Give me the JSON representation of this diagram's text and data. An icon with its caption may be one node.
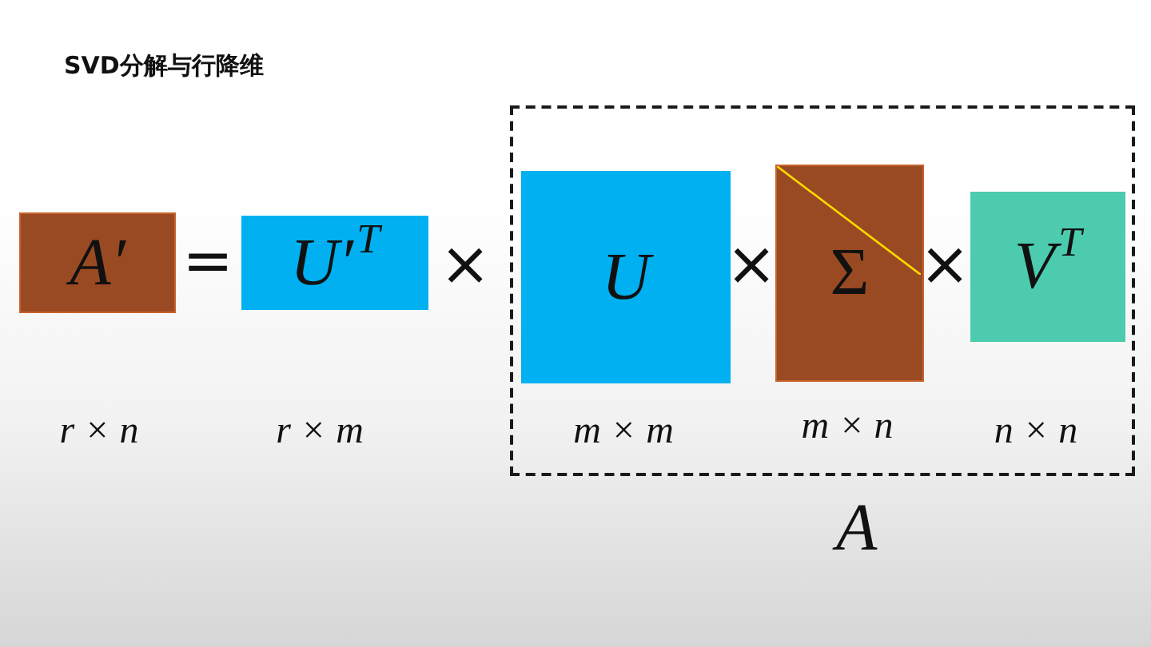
{
  "diagram": {
    "title": "SVD分解与行降维",
    "nodes": [
      {
        "text": [
          "A′"
        ],
        "beside": [
          "r × n"
        ]
      },
      {
        "text": [
          "U′$^{T}$"
        ],
        "beside": [
          "r × m"
        ]
      },
      {
        "text": [
          "A"
        ]
      },
      {
        "text": [
          "U"
        ],
        "in": 2,
        "beside": [
          "m × m"
        ]
      },
      {
        "text": [
          "Σ"
        ],
        "in": 2,
        "beside": [
          "m × n"
        ]
      },
      {
        "text": [
          "V$^{T}$"
        ],
        "in": 2,
        "beside": [
          "n × n"
        ]
      }
    ],
    "labels": [
      "=",
      "×",
      "×",
      "×"
    ]
  }
}
